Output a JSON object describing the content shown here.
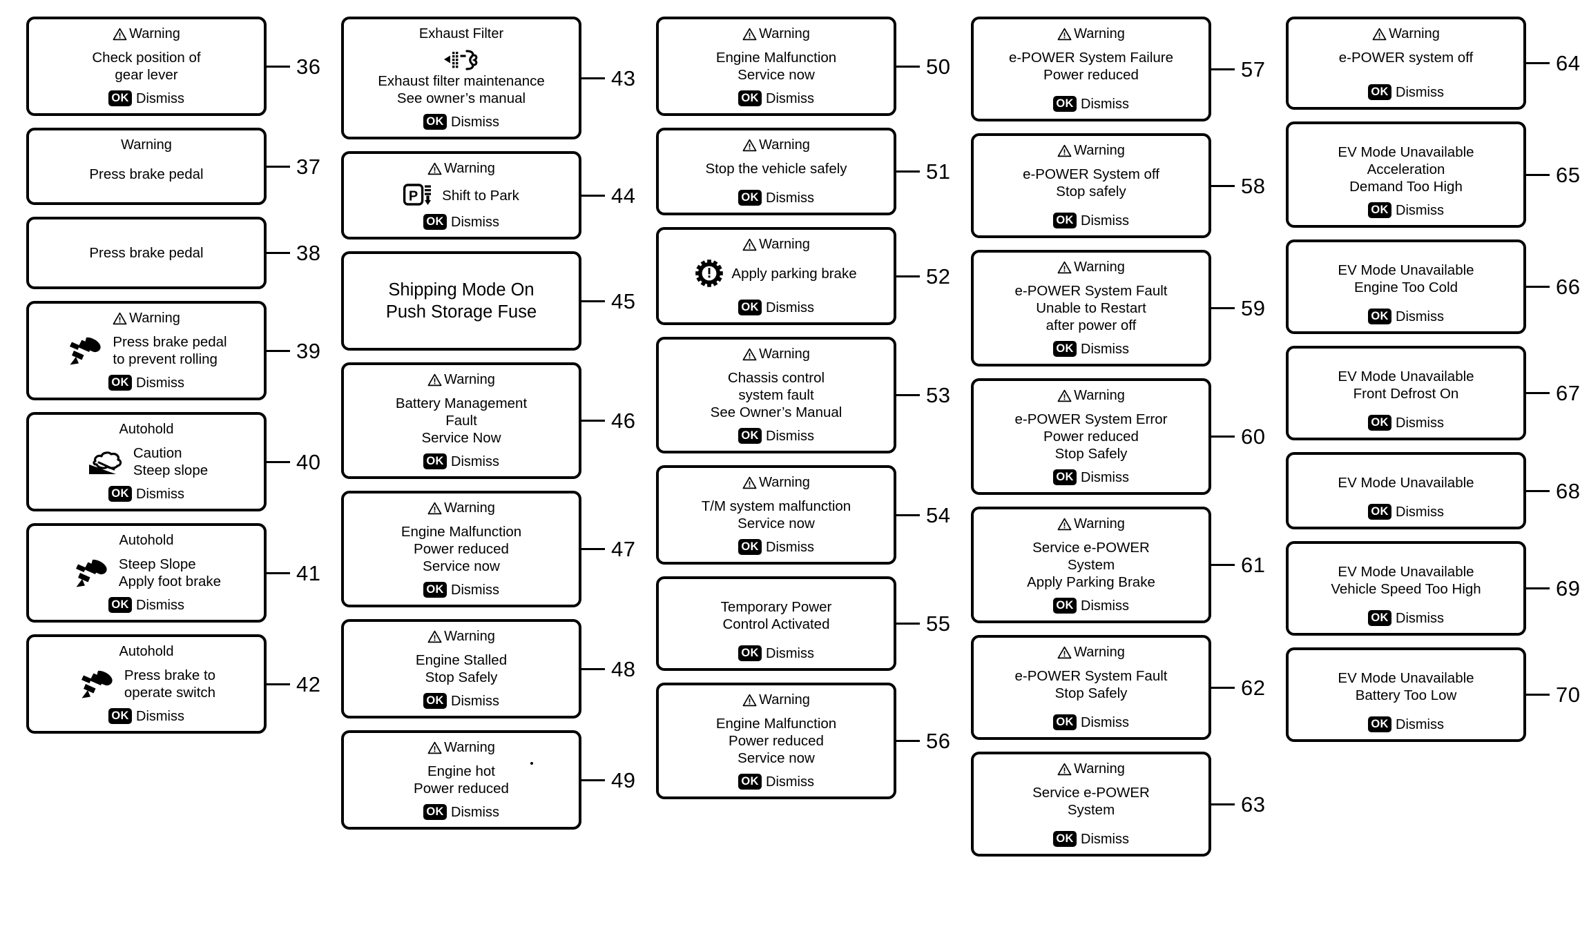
{
  "meta": {
    "ok_badge_label": "OK",
    "dismiss_label": "Dismiss",
    "warning_label": "Warning",
    "line_color": "#000000",
    "background_color": "#ffffff"
  },
  "columns": [
    {
      "name": "column-1",
      "panels": [
        {
          "ref": "36",
          "header": "Warning",
          "header_icon": "warning-triangle-icon",
          "icon": null,
          "message": "Check position of\ngear lever",
          "dismiss": true,
          "size": "normal",
          "top_space": "sm",
          "mid_space": "sm"
        },
        {
          "ref": "37",
          "header": "Warning",
          "header_icon": null,
          "icon": null,
          "message": "Press brake pedal",
          "dismiss": false,
          "size": "normal",
          "top_space": "md",
          "mid_space": "md"
        },
        {
          "ref": "38",
          "header": null,
          "header_icon": null,
          "icon": null,
          "message": "Press brake pedal",
          "dismiss": false,
          "size": "normal",
          "top_space": "lg",
          "mid_space": "lg"
        },
        {
          "ref": "39",
          "header": "Warning",
          "header_icon": "warning-triangle-icon",
          "icon": "brake-pedal-foot-icon",
          "message": "Press brake pedal\nto prevent rolling",
          "align": "left",
          "dismiss": true,
          "size": "normal",
          "top_space": "sm",
          "mid_space": "sm"
        },
        {
          "ref": "40",
          "header": "Autohold",
          "header_icon": null,
          "icon": "steep-slope-icon",
          "message": "Caution\nSteep slope",
          "align": "left",
          "dismiss": true,
          "size": "normal",
          "top_space": "sm",
          "mid_space": "sm"
        },
        {
          "ref": "41",
          "header": "Autohold",
          "header_icon": null,
          "icon": "brake-pedal-foot-icon",
          "message": "Steep Slope\nApply foot brake",
          "align": "left",
          "dismiss": true,
          "size": "normal",
          "top_space": "sm",
          "mid_space": "sm"
        },
        {
          "ref": "42",
          "header": "Autohold",
          "header_icon": null,
          "icon": "brake-pedal-foot-icon",
          "message": "Press brake to\noperate switch",
          "align": "left",
          "dismiss": true,
          "size": "normal",
          "top_space": "sm",
          "mid_space": "sm"
        }
      ]
    },
    {
      "name": "column-2",
      "panels": [
        {
          "ref": "43",
          "header": "Exhaust Filter",
          "header_icon": null,
          "icon": "exhaust-filter-dpf-icon",
          "icon_position": "above",
          "message": "Exhaust filter maintenance\nSee owner’s manual",
          "dismiss": true,
          "size": "normal",
          "top_space": "sm",
          "mid_space": "sm"
        },
        {
          "ref": "44",
          "header": "Warning",
          "header_icon": "warning-triangle-icon",
          "icon": "shift-to-park-icon",
          "message": "Shift to Park",
          "align": "left",
          "dismiss": true,
          "size": "normal",
          "top_space": "sm",
          "mid_space": "sm"
        },
        {
          "ref": "45",
          "header": null,
          "header_icon": null,
          "icon": null,
          "message": "Shipping Mode On\nPush Storage Fuse",
          "dismiss": false,
          "size": "big",
          "top_space": "lg",
          "mid_space": "lg"
        },
        {
          "ref": "46",
          "header": "Warning",
          "header_icon": "warning-triangle-icon",
          "icon": null,
          "message": "Battery Management\nFault\nService Now",
          "dismiss": true,
          "size": "normal",
          "top_space": "sm",
          "mid_space": "sm"
        },
        {
          "ref": "47",
          "header": "Warning",
          "header_icon": "warning-triangle-icon",
          "icon": null,
          "message": "Engine Malfunction\nPower reduced\nService now",
          "dismiss": true,
          "size": "normal",
          "top_space": "sm",
          "mid_space": "sm"
        },
        {
          "ref": "48",
          "header": "Warning",
          "header_icon": "warning-triangle-icon",
          "icon": null,
          "message": "Engine Stalled\nStop Safely",
          "dismiss": true,
          "size": "normal",
          "top_space": "sm",
          "mid_space": "sm"
        },
        {
          "ref": "49",
          "header": "Warning",
          "header_icon": "warning-triangle-icon",
          "icon": null,
          "message": "Engine hot\nPower reduced",
          "dismiss": true,
          "size": "normal",
          "top_space": "sm",
          "mid_space": "sm",
          "speck": true
        }
      ]
    },
    {
      "name": "column-3",
      "panels": [
        {
          "ref": "50",
          "header": "Warning",
          "header_icon": "warning-triangle-icon",
          "icon": null,
          "message": "Engine Malfunction\nService now",
          "dismiss": true,
          "size": "normal",
          "top_space": "sm",
          "mid_space": "sm"
        },
        {
          "ref": "51",
          "header": "Warning",
          "header_icon": "warning-triangle-icon",
          "icon": null,
          "message": "Stop the vehicle safely",
          "dismiss": true,
          "size": "normal",
          "top_space": "sm",
          "mid_space": "md"
        },
        {
          "ref": "52",
          "header": "Warning",
          "header_icon": "warning-triangle-icon",
          "icon": "parking-brake-gear-icon",
          "message": "Apply parking brake",
          "align": "left",
          "dismiss": true,
          "size": "normal",
          "top_space": "sm",
          "mid_space": "md"
        },
        {
          "ref": "53",
          "header": "Warning",
          "header_icon": "warning-triangle-icon",
          "icon": null,
          "message": "Chassis control\nsystem fault\nSee Owner’s Manual",
          "dismiss": true,
          "size": "normal",
          "top_space": "sm",
          "mid_space": "sm"
        },
        {
          "ref": "54",
          "header": "Warning",
          "header_icon": "warning-triangle-icon",
          "icon": null,
          "message": "T/M system malfunction\nService now",
          "dismiss": true,
          "size": "normal",
          "top_space": "sm",
          "mid_space": "sm"
        },
        {
          "ref": "55",
          "header": null,
          "header_icon": null,
          "icon": null,
          "message": "Temporary Power\nControl Activated",
          "dismiss": true,
          "size": "normal",
          "top_space": "md",
          "mid_space": "md"
        },
        {
          "ref": "56",
          "header": "Warning",
          "header_icon": "warning-triangle-icon",
          "icon": null,
          "message": "Engine Malfunction\nPower reduced\nService now",
          "dismiss": true,
          "size": "normal",
          "top_space": "sm",
          "mid_space": "sm"
        }
      ]
    },
    {
      "name": "column-4",
      "panels": [
        {
          "ref": "57",
          "header": "Warning",
          "header_icon": "warning-triangle-icon",
          "icon": null,
          "message": "e-POWER System Failure\nPower reduced",
          "dismiss": true,
          "size": "normal",
          "top_space": "sm",
          "mid_space": "md"
        },
        {
          "ref": "58",
          "header": "Warning",
          "header_icon": "warning-triangle-icon",
          "icon": null,
          "message": "e-POWER System off\nStop safely",
          "dismiss": true,
          "size": "normal",
          "top_space": "sm",
          "mid_space": "md"
        },
        {
          "ref": "59",
          "header": "Warning",
          "header_icon": "warning-triangle-icon",
          "icon": null,
          "message": "e-POWER System Fault\nUnable to Restart\nafter power off",
          "dismiss": true,
          "size": "normal",
          "top_space": "sm",
          "mid_space": "sm"
        },
        {
          "ref": "60",
          "header": "Warning",
          "header_icon": "warning-triangle-icon",
          "icon": null,
          "message": "e-POWER System Error\nPower reduced\nStop Safely",
          "dismiss": true,
          "size": "normal",
          "top_space": "sm",
          "mid_space": "sm"
        },
        {
          "ref": "61",
          "header": "Warning",
          "header_icon": "warning-triangle-icon",
          "icon": null,
          "message": "Service e-POWER\nSystem\nApply Parking Brake",
          "dismiss": true,
          "size": "normal",
          "top_space": "sm",
          "mid_space": "sm"
        },
        {
          "ref": "62",
          "header": "Warning",
          "header_icon": "warning-triangle-icon",
          "icon": null,
          "message": "e-POWER System Fault\nStop Safely",
          "dismiss": true,
          "size": "normal",
          "top_space": "sm",
          "mid_space": "md"
        },
        {
          "ref": "63",
          "header": "Warning",
          "header_icon": "warning-triangle-icon",
          "icon": null,
          "message": "Service e-POWER\nSystem",
          "dismiss": true,
          "size": "normal",
          "top_space": "sm",
          "mid_space": "md"
        }
      ]
    },
    {
      "name": "column-5",
      "panels": [
        {
          "ref": "64",
          "header": "Warning",
          "header_icon": "warning-triangle-icon",
          "icon": null,
          "message": "e-POWER system off",
          "dismiss": true,
          "size": "normal",
          "top_space": "sm",
          "mid_space": "lg"
        },
        {
          "ref": "65",
          "header": null,
          "header_icon": null,
          "icon": null,
          "message": "EV Mode Unavailable\nAcceleration\nDemand Too High",
          "dismiss": true,
          "size": "normal",
          "top_space": "md",
          "mid_space": "sm"
        },
        {
          "ref": "66",
          "header": null,
          "header_icon": null,
          "icon": null,
          "message": "EV Mode Unavailable\nEngine Too Cold",
          "dismiss": true,
          "size": "normal",
          "top_space": "md",
          "mid_space": "md"
        },
        {
          "ref": "67",
          "header": null,
          "header_icon": null,
          "icon": null,
          "message": "EV Mode Unavailable\nFront Defrost On",
          "dismiss": true,
          "size": "normal",
          "top_space": "md",
          "mid_space": "md"
        },
        {
          "ref": "68",
          "header": null,
          "header_icon": null,
          "icon": null,
          "message": "EV Mode Unavailable",
          "dismiss": true,
          "size": "normal",
          "top_space": "md",
          "mid_space": "md"
        },
        {
          "ref": "69",
          "header": null,
          "header_icon": null,
          "icon": null,
          "message": "EV Mode Unavailable\nVehicle Speed Too High",
          "dismiss": true,
          "size": "normal",
          "top_space": "md",
          "mid_space": "md"
        },
        {
          "ref": "70",
          "header": null,
          "header_icon": null,
          "icon": null,
          "message": "EV Mode Unavailable\nBattery Too Low",
          "dismiss": true,
          "size": "normal",
          "top_space": "md",
          "mid_space": "md"
        }
      ]
    }
  ]
}
